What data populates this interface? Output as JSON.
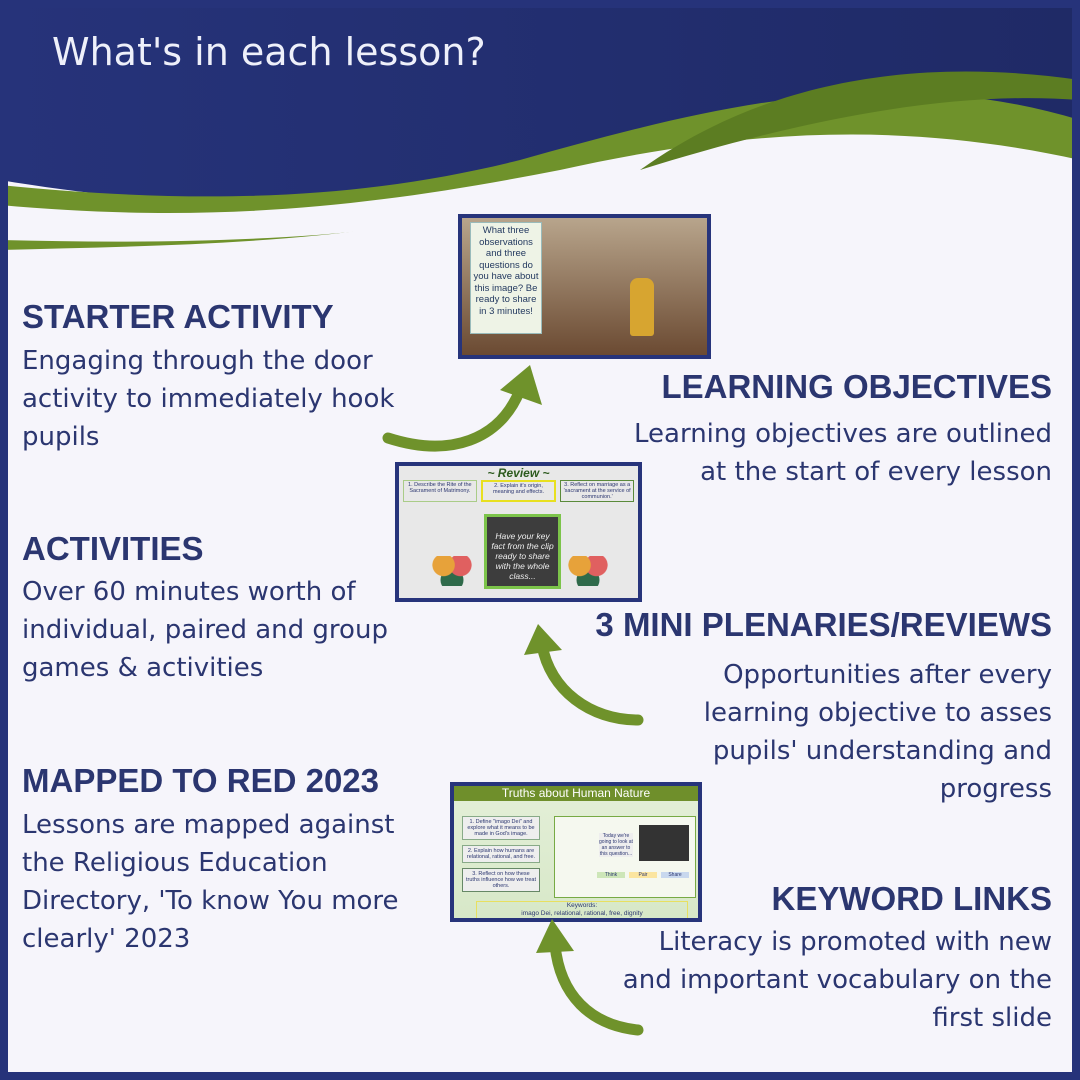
{
  "title": "What's in each lesson?",
  "colors": {
    "navy": "#26337a",
    "text": "#2b3670",
    "green": "#6f922b",
    "background": "#f6f5fb"
  },
  "sections": [
    {
      "heading": "STARTER ACTIVITY",
      "body": "Engaging through the door activity to immediately hook pupils"
    },
    {
      "heading": "LEARNING OBJECTIVES",
      "body": "Learning objectives are outlined at the start of every lesson"
    },
    {
      "heading": "ACTIVITIES",
      "body": "Over 60 minutes worth of individual, paired and group games & activities"
    },
    {
      "heading": "3 MINI PLENARIES/REVIEWS",
      "body": "Opportunities after every learning objective to asses pupils' understanding and progress"
    },
    {
      "heading": "MAPPED TO RED 2023",
      "body": "Lessons are mapped against the Religious Education Directory, 'To know You more clearly' 2023"
    },
    {
      "heading": "KEYWORD LINKS",
      "body": "Literacy is promoted with new and important vocabulary on the first slide"
    }
  ],
  "slides": {
    "starter": {
      "prompt": "What three observations and three questions do you have about this image? Be ready to share in 3 minutes!"
    },
    "review": {
      "title": "~ Review ~",
      "objectives": [
        "1. Describe the Rite of the Sacrament of Matrimony.",
        "2. Explain it's origin, meaning and effects.",
        "3. Reflect on marriage as a 'sacrament at the service of communion.'"
      ],
      "board": "Have your key fact from the clip ready to share with the whole class..."
    },
    "keywords": {
      "title": "Truths about Human Nature",
      "objectives": [
        "1. Define \"imago Dei\" and explore what it means to be made in God's image.",
        "2. Explain how humans are relational, rational, and free.",
        "3. Reflect on how these truths influence how we treat others."
      ],
      "note": "Today we're going to look at an answer to this question...",
      "buttons": [
        "Think",
        "Pair",
        "Share"
      ],
      "keywords_label": "Keywords:",
      "keywords": "imago Dei, relational, rational, free, dignity"
    }
  }
}
